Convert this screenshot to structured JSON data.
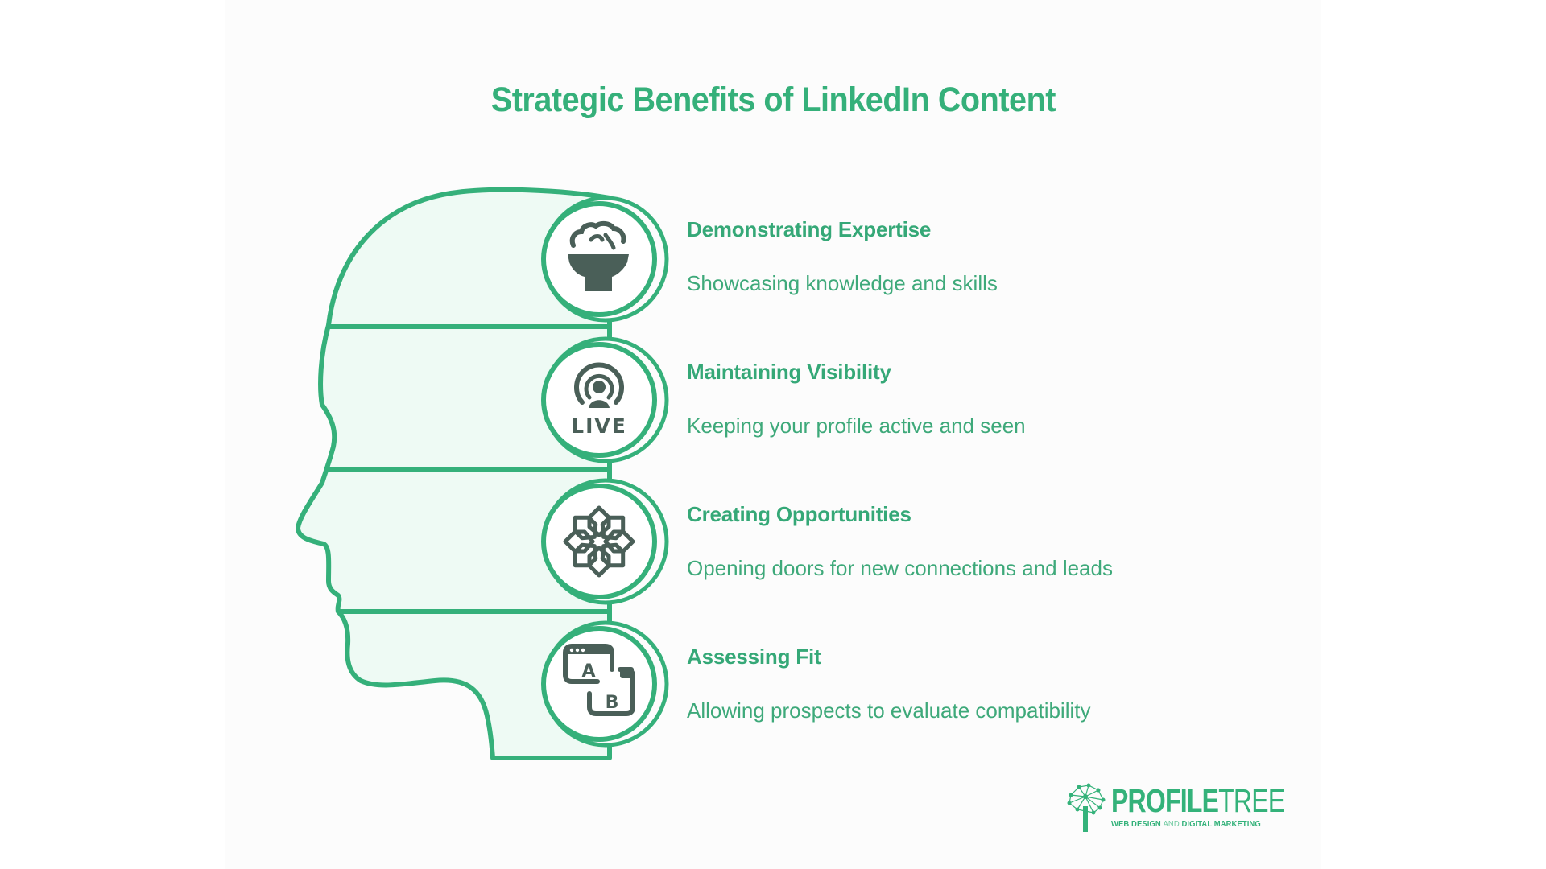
{
  "title": "Strategic Benefits of LinkedIn Content",
  "colors": {
    "accent": "#35b07a",
    "head_fill": "#eefaf4",
    "icon": "#4a5f58",
    "background_panel": "#fcfcfc",
    "background": "#ffffff"
  },
  "items": [
    {
      "heading": "Demonstrating Expertise",
      "description": "Showcasing knowledge and skills",
      "icon": "brain-bowl-icon"
    },
    {
      "heading": "Maintaining Visibility",
      "description": "Keeping your profile active and seen",
      "icon": "live-broadcast-icon",
      "icon_text": "LIVE"
    },
    {
      "heading": "Creating Opportunities",
      "description": "Opening doors for new connections and leads",
      "icon": "flower-star-icon"
    },
    {
      "heading": "Assessing Fit",
      "description": "Allowing prospects to evaluate compatibility",
      "icon": "ab-test-icon",
      "icon_text_a": "A",
      "icon_text_b": "B"
    }
  ],
  "logo": {
    "word_bold": "PROFILE",
    "word_light": "TREE",
    "tagline_part1": "WEB DESIGN ",
    "tagline_and": "AND",
    "tagline_part2": " DIGITAL MARKETING",
    "icon": "tree-network-icon"
  }
}
